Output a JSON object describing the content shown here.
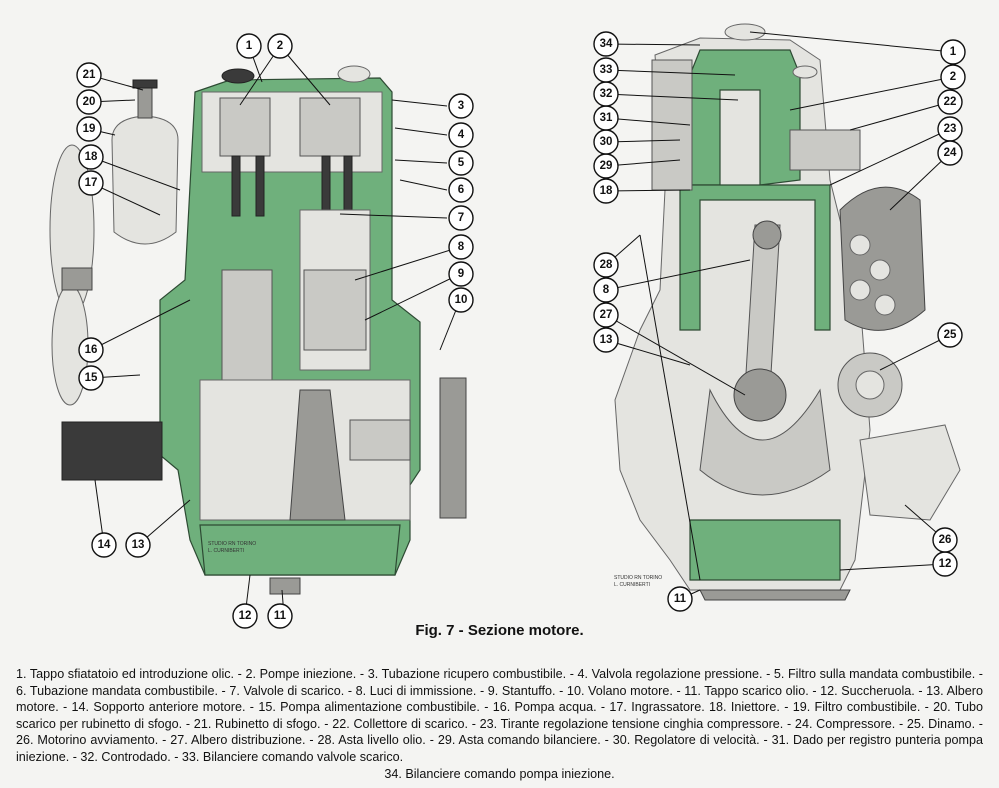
{
  "figure": {
    "caption": "Fig. 7 - Sezione motore.",
    "legend_text": "1. Tappo sfiatatoio ed introduzione olic. - 2. Pompe iniezione. - 3. Tubazione ricupero combustibile. - 4. Valvola regolazione pressione. - 5. Filtro sulla mandata combustibile. - 6. Tubazione mandata combustibile. - 7. Valvole di scarico. - 8. Luci di immissione. - 9. Stantuffo. - 10. Volano motore. - 11. Tappo scarico olio. - 12. Succheruola. - 13. Albero motore. - 14. Sopporto anteriore motore. - 15. Pompa alimentazione combustibile. - 16. Pompa acqua. - 17. Ingrassatore. 18. Iniettore. - 19. Filtro combustibile. - 20. Tubo scarico per rubinetto di sfogo. - 21. Rubinetto di sfogo. - 22. Collettore di scarico. - 23. Tirante regolazione tensione cinghia compressore. - 24. Compressore. - 25. Dinamo. - 26. Motorino avviamento. - 27. Albero distribuzione. - 28. Asta livello olio. - 29. Asta comando bilanciere. - 30. Regolatore di velocità. - 31. Dado per registro punteria pompa iniezione. - 32. Controdado. - 33. Bilanciere comando valvole scarico.",
    "legend_last": "34. Bilanciere comando pompa iniezione.",
    "studio_mark_1": "STUDIO RN TORINO",
    "studio_mark_2": "L. CURNIBERTI"
  },
  "left_callouts": [
    "1",
    "2",
    "3",
    "4",
    "5",
    "6",
    "7",
    "8",
    "9",
    "10",
    "11",
    "12",
    "13",
    "14",
    "15",
    "16",
    "17",
    "18",
    "19",
    "20",
    "21"
  ],
  "right_callouts": [
    "1",
    "2",
    "8",
    "11",
    "12",
    "13",
    "18",
    "22",
    "23",
    "24",
    "25",
    "26",
    "27",
    "28",
    "29",
    "30",
    "31",
    "32",
    "33",
    "34"
  ],
  "colors": {
    "coolant_green": "#6fb07c",
    "metal": "#c9c9c5",
    "paper": "#f4f4f2"
  }
}
